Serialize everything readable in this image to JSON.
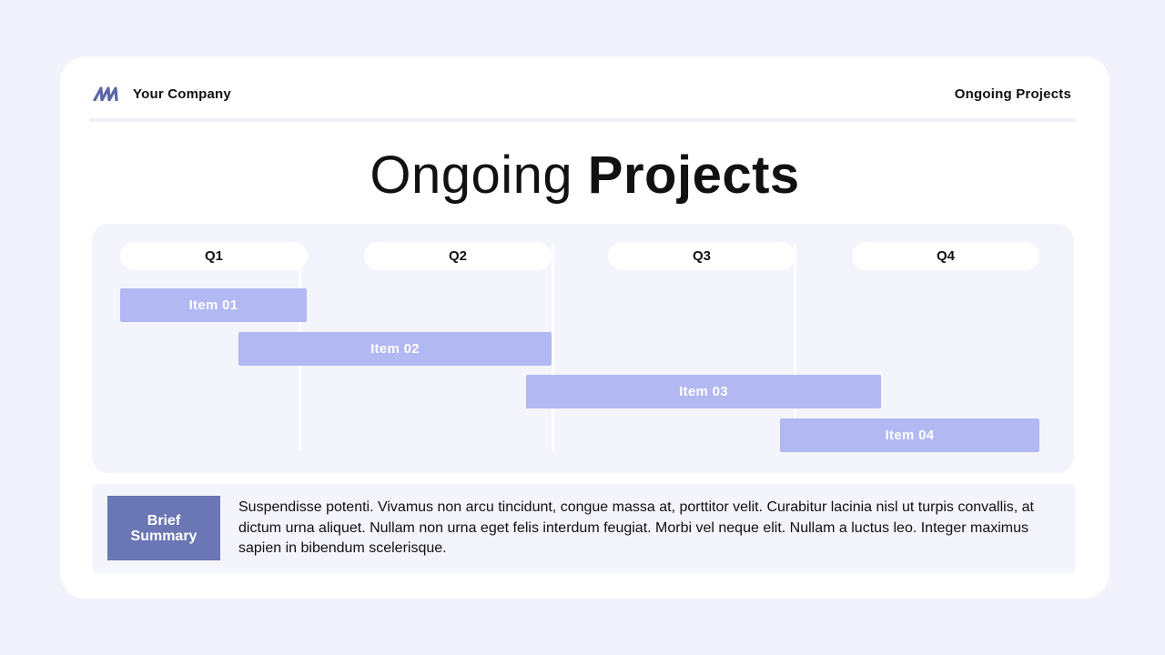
{
  "header": {
    "company": "Your Company",
    "section": "Ongoing Projects"
  },
  "title": {
    "light": "Ongoing",
    "bold": "Projects"
  },
  "gantt": {
    "quarters": [
      "Q1",
      "Q2",
      "Q3",
      "Q4"
    ],
    "items": [
      "Item 01",
      "Item 02",
      "Item 03",
      "Item 04"
    ]
  },
  "summary": {
    "label_line1": "Brief",
    "label_line2": "Summary",
    "text": "Suspendisse potenti. Vivamus non arcu tincidunt, congue massa at, porttitor velit. Curabitur lacinia nisl ut turpis convallis, at dictum urna aliquet. Nullam non urna eget felis interdum feugiat. Morbi vel neque elit. Nullam a luctus leo. Integer maximus sapien in bibendum scelerisque."
  },
  "colors": {
    "page_background": "#f1f2fb",
    "card": "#ffffff",
    "panel": "#f4f4fc",
    "bar": "#b2b8f2",
    "accent": "#6b77b4",
    "logo": "#5c66a8"
  },
  "icons": {
    "logo": "wave-logo-icon"
  }
}
